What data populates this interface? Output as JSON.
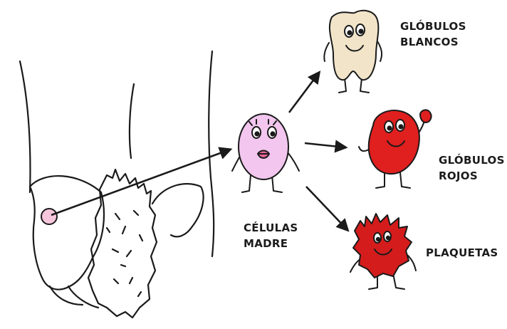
{
  "labels": {
    "stem_cells": [
      "CÉLULAS",
      "MADRE"
    ],
    "white_cells": [
      "GLÓBULOS",
      "BLANCOS"
    ],
    "red_cells": [
      "GLÓBULOS",
      "ROJOS"
    ],
    "platelets": "PLAQUETAS"
  },
  "colors": {
    "stem_cell": "#f2c6ee",
    "white_cell": "#f1e4c9",
    "red_cell": "#e01f1f",
    "platelet": "#d41c1c",
    "marrow_spot": "#f5c6dc",
    "line": "#1a1a1a"
  },
  "icons": {
    "stem_cell": "stem-cell-character",
    "white_cell": "white-blood-cell-character",
    "red_cell": "red-blood-cell-character",
    "platelet": "platelet-character",
    "body": "pelvis-outline-drawing"
  }
}
